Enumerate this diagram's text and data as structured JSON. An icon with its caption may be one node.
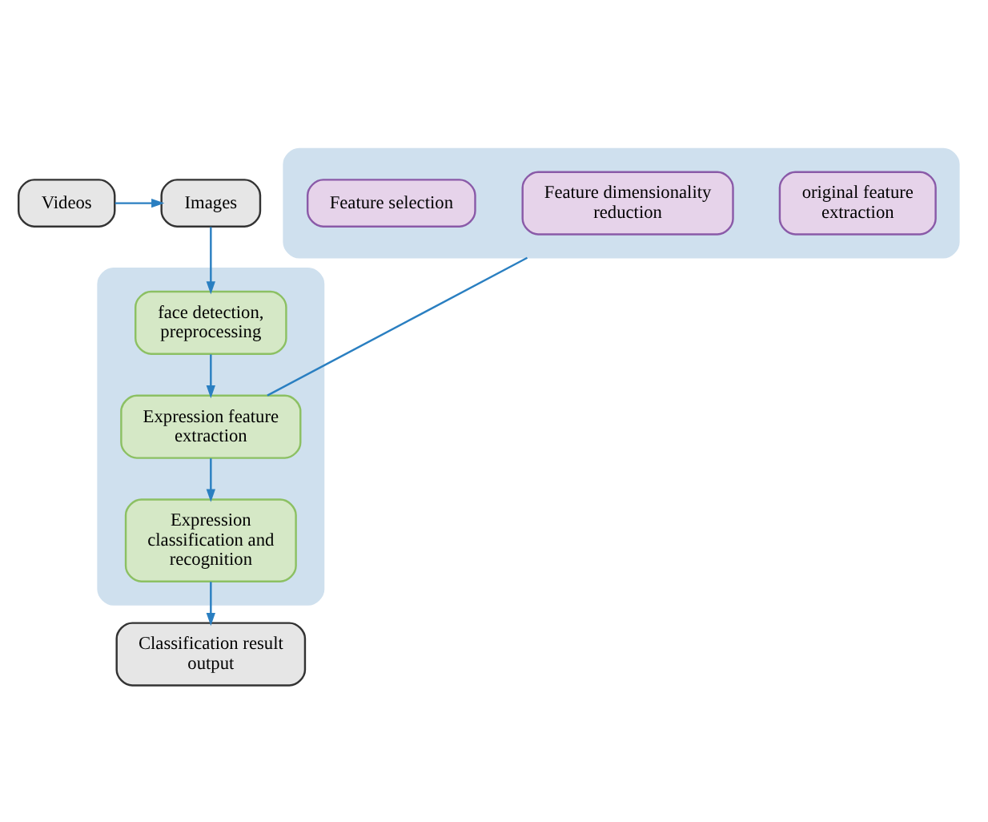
{
  "diagram": {
    "nodes": [
      {
        "text": [
          "Videos"
        ]
      },
      {
        "text": [
          "Images"
        ]
      },
      {
        "text": [],
        "shape": "box"
      },
      {
        "text": [
          "face detection, preprocessing"
        ],
        "in": 2
      },
      {
        "text": [
          "Expression feature extraction"
        ],
        "in": 2
      },
      {
        "text": [
          "Expression classification and recognition"
        ],
        "in": 2
      },
      {
        "text": [
          "Classification result output"
        ]
      },
      {
        "text": [],
        "shape": "box"
      },
      {
        "text": [
          "original feature extraction"
        ],
        "in": 7
      },
      {
        "text": [
          "Feature dimensionality reduction"
        ],
        "in": 7
      },
      {
        "text": [
          "Feature selection"
        ],
        "in": 7
      }
    ],
    "edges": [
      {
        "from": 0,
        "to": 1,
        "arrow": "to"
      },
      {
        "from": 1,
        "to": 3,
        "arrow": "to"
      },
      {
        "from": 3,
        "to": 4,
        "arrow": "to"
      },
      {
        "from": 4,
        "to": 5,
        "arrow": "to"
      },
      {
        "from": 5,
        "to": 6,
        "arrow": "to"
      },
      {
        "from": 4,
        "to": 7,
        "arrow": "none"
      }
    ]
  }
}
